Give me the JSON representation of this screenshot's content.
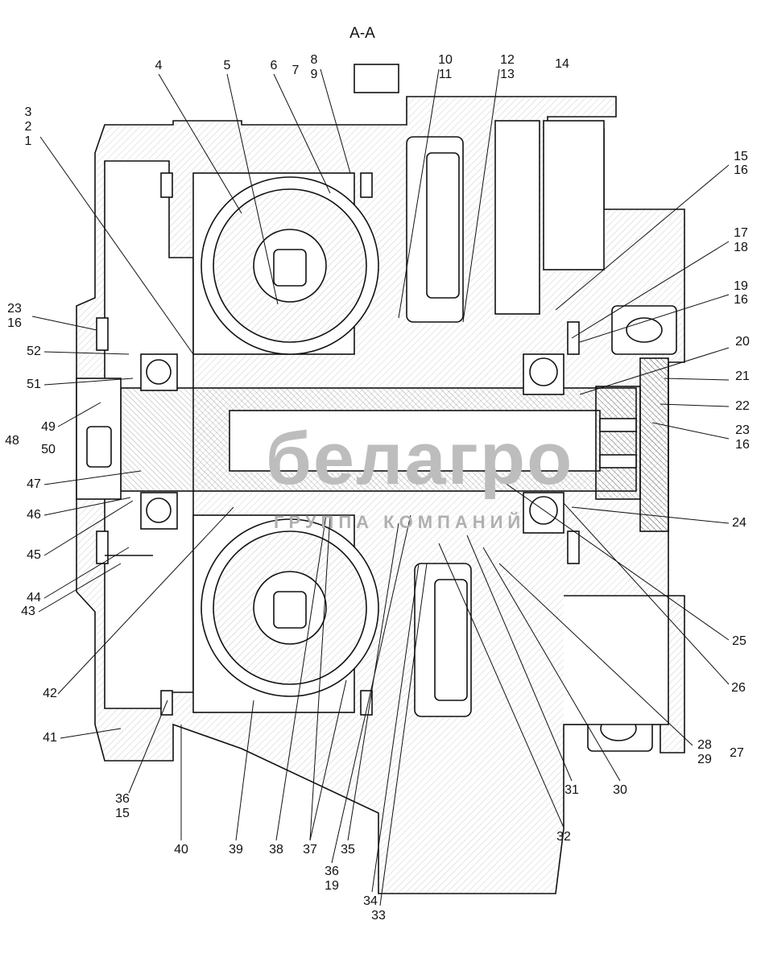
{
  "title": "А-А",
  "watermark": {
    "brand": "белагро",
    "subtitle": "ГРУППА КОМПАНИЙ"
  },
  "labels": [
    "3",
    "2",
    "1",
    "4",
    "5",
    "6",
    "7",
    "8",
    "9",
    "10",
    "11",
    "12",
    "13",
    "14",
    "15",
    "16",
    "17",
    "18",
    "19",
    "16",
    "20",
    "21",
    "22",
    "23",
    "16",
    "24",
    "25",
    "26",
    "28",
    "29",
    "27",
    "30",
    "31",
    "32",
    "33",
    "34",
    "35",
    "36",
    "19",
    "37",
    "38",
    "39",
    "40",
    "36",
    "15",
    "41",
    "42",
    "43",
    "44",
    "45",
    "46",
    "47",
    "48",
    "49",
    "50",
    "51",
    "52",
    "23",
    "16"
  ]
}
